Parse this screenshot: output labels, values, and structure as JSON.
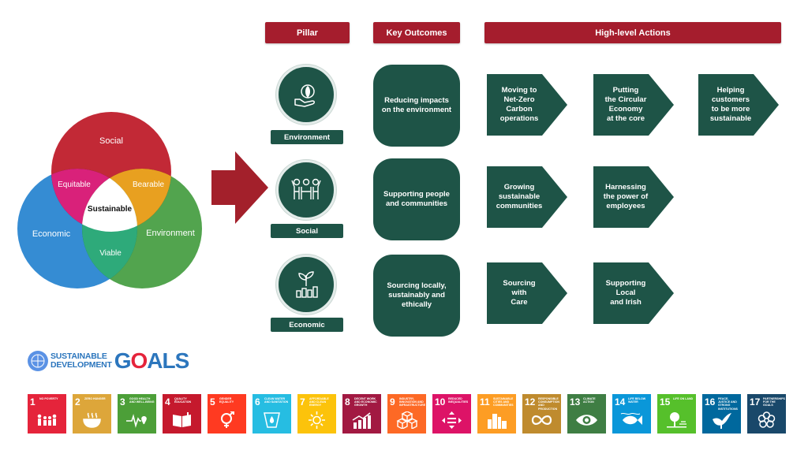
{
  "venn": {
    "circles": [
      {
        "label": "Social",
        "color": "#c0202e"
      },
      {
        "label": "Economic",
        "color": "#1f7fcf"
      },
      {
        "label": "Environment",
        "color": "#3f9a3a"
      }
    ],
    "overlaps": {
      "social_economic": "Equitable",
      "social_environment": "Bearable",
      "economic_environment": "Viable",
      "center": "Sustainable"
    }
  },
  "headers": {
    "pillar": "Pillar",
    "key_outcomes": "Key Outcomes",
    "high_level_actions": "High-level Actions"
  },
  "pillars": [
    {
      "label": "Environment",
      "icon": "hand-leaf-icon"
    },
    {
      "label": "Social",
      "icon": "people-group-icon"
    },
    {
      "label": "Economic",
      "icon": "plant-growth-chart-icon"
    }
  ],
  "outcomes": [
    "Reducing impacts on the environment",
    "Supporting people and communities",
    "Sourcing locally, sustainably and ethically"
  ],
  "actions": [
    [
      "Moving to\nNet-Zero\nCarbon\noperations",
      "Putting\nthe Circular\nEconomy\nat the core",
      "Helping\ncustomers\nto be more\nsustainable"
    ],
    [
      "Growing\nsustainable\ncommunities",
      "Harnessing\nthe power of\nemployees"
    ],
    [
      "Sourcing\nwith\nCare",
      "Supporting\nLocal\nand Irish"
    ]
  ],
  "sdg_logo": {
    "line1": "SUSTAINABLE",
    "line2": "DEVELOPMENT",
    "goals_g": "G",
    "goals_o": "O",
    "goals_rest": "ALS"
  },
  "sdg_tiles": [
    {
      "num": "1",
      "title": "NO POVERTY",
      "color": "#e5243b",
      "icon": "family-icon"
    },
    {
      "num": "2",
      "title": "ZERO HUNGER",
      "color": "#dda63a",
      "icon": "bowl-icon"
    },
    {
      "num": "3",
      "title": "GOOD HEALTH AND WELL-BEING",
      "color": "#4c9f38",
      "icon": "heartbeat-icon"
    },
    {
      "num": "4",
      "title": "QUALITY EDUCATION",
      "color": "#c5192d",
      "icon": "book-icon"
    },
    {
      "num": "5",
      "title": "GENDER EQUALITY",
      "color": "#ff3a21",
      "icon": "gender-icon"
    },
    {
      "num": "6",
      "title": "CLEAN WATER AND SANITATION",
      "color": "#26bde2",
      "icon": "water-drop-icon"
    },
    {
      "num": "7",
      "title": "AFFORDABLE AND CLEAN ENERGY",
      "color": "#fcc30b",
      "icon": "sun-icon"
    },
    {
      "num": "8",
      "title": "DECENT WORK AND ECONOMIC GROWTH",
      "color": "#a21942",
      "icon": "growth-chart-icon"
    },
    {
      "num": "9",
      "title": "INDUSTRY, INNOVATION AND INFRASTRUCTURE",
      "color": "#fd6925",
      "icon": "cubes-icon"
    },
    {
      "num": "10",
      "title": "REDUCED INEQUALITIES",
      "color": "#dd1367",
      "icon": "equality-icon"
    },
    {
      "num": "11",
      "title": "SUSTAINABLE CITIES AND COMMUNITIES",
      "color": "#fd9d24",
      "icon": "city-icon"
    },
    {
      "num": "12",
      "title": "RESPONSIBLE CONSUMPTION AND PRODUCTION",
      "color": "#bf8b2e",
      "icon": "infinity-icon"
    },
    {
      "num": "13",
      "title": "CLIMATE ACTION",
      "color": "#3f7e44",
      "icon": "eye-globe-icon"
    },
    {
      "num": "14",
      "title": "LIFE BELOW WATER",
      "color": "#0a97d9",
      "icon": "fish-icon"
    },
    {
      "num": "15",
      "title": "LIFE ON LAND",
      "color": "#56c02b",
      "icon": "tree-icon"
    },
    {
      "num": "16",
      "title": "PEACE, JUSTICE AND STRONG INSTITUTIONS",
      "color": "#00689d",
      "icon": "dove-icon"
    },
    {
      "num": "17",
      "title": "PARTNERSHIPS FOR THE GOALS",
      "color": "#19486a",
      "icon": "rings-icon"
    }
  ],
  "colors": {
    "header_red": "#a51d2d",
    "pillar_green": "#1e5447",
    "arrow_red": "#a3202b"
  }
}
